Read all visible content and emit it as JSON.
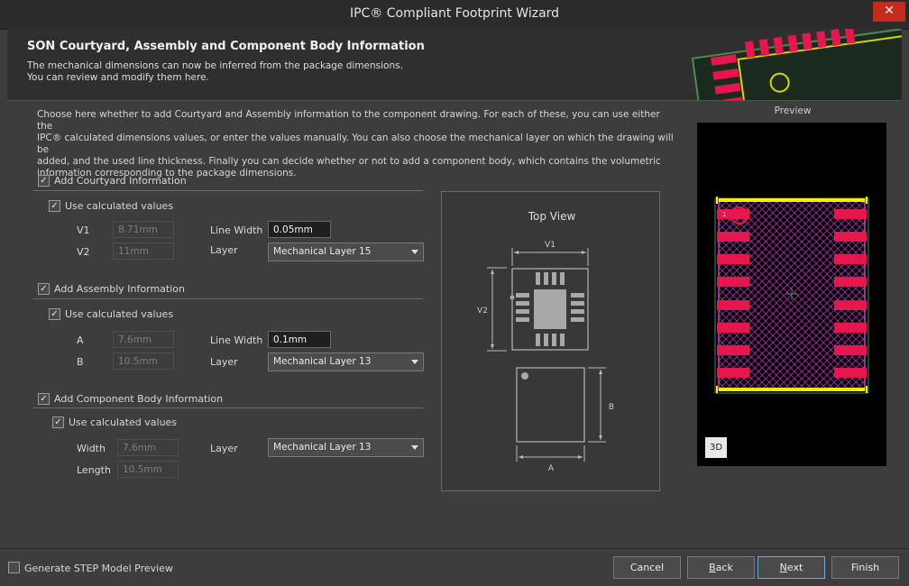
{
  "window": {
    "title": "IPC® Compliant Footprint Wizard",
    "close_glyph": "✕"
  },
  "header": {
    "title": "SON Courtyard, Assembly and Component Body Information",
    "desc_line1": "The mechanical dimensions can now be inferred from the package dimensions.",
    "desc_line2": "You can review and modify them here."
  },
  "intro": {
    "line1": "Choose here whether to add Courtyard and Assembly information to the component drawing. For each of these, you can use either the",
    "line2": "IPC® calculated dimensions values, or enter the values manually. You can also choose the mechanical layer on which the drawing will be",
    "line3": "added, and the used line thickness. Finally you can decide whether or not to add a component body, which contains the volumetric",
    "line4": "information corresponding to the package dimensions."
  },
  "courtyard": {
    "add_label": "Add Courtyard Information",
    "add_checked": true,
    "calc_label": "Use calculated values",
    "calc_checked": true,
    "v1_label": "V1",
    "v1_value": "8.71mm",
    "v2_label": "V2",
    "v2_value": "11mm",
    "linewidth_label": "Line Width",
    "linewidth_value": "0.05mm",
    "layer_label": "Layer",
    "layer_value": "Mechanical Layer 15"
  },
  "assembly": {
    "add_label": "Add Assembly Information",
    "add_checked": true,
    "calc_label": "Use calculated values",
    "calc_checked": true,
    "a_label": "A",
    "a_value": "7.6mm",
    "b_label": "B",
    "b_value": "10.5mm",
    "linewidth_label": "Line Width",
    "linewidth_value": "0.1mm",
    "layer_label": "Layer",
    "layer_value": "Mechanical Layer 13"
  },
  "body": {
    "add_label": "Add Component Body Information",
    "add_checked": true,
    "calc_label": "Use calculated values",
    "calc_checked": true,
    "width_label": "Width",
    "width_value": "7.6mm",
    "length_label": "Length",
    "length_value": "10.5mm",
    "layer_label": "Layer",
    "layer_value": "Mechanical Layer 13"
  },
  "diagram": {
    "title": "Top View",
    "v1": "V1",
    "v2": "V2",
    "a": "A",
    "b": "B"
  },
  "preview": {
    "label": "Preview",
    "btn_3d": "3D",
    "pin1_label": "1"
  },
  "footer": {
    "step_label": "Generate STEP Model Preview",
    "step_checked": false,
    "cancel": "Cancel",
    "back_key": "B",
    "back_rest": "ack",
    "next_key": "N",
    "next_rest": "ext",
    "finish": "Finish"
  },
  "colors": {
    "pad": "#e8164f",
    "outline": "#f1f000",
    "courtyard": "#c040c0",
    "accent": "#6fa8dc"
  }
}
